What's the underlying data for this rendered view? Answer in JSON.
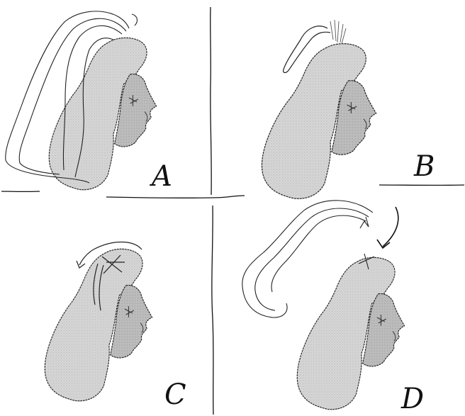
{
  "panels": [
    {
      "id": "A",
      "label": "A"
    },
    {
      "id": "B",
      "label": "B"
    },
    {
      "id": "C",
      "label": "C"
    },
    {
      "id": "D",
      "label": "D"
    }
  ],
  "colors": {
    "background": "#ffffff",
    "ink": "#111111",
    "hair_fill": "#d4d4d4",
    "face_fill": "#bdbdbd",
    "outline": "#222222"
  },
  "icons": {
    "panel_a": "hair-head-icon",
    "panel_b": "hair-head-icon",
    "panel_c": "hair-head-icon",
    "panel_d": "hair-head-icon",
    "arrow": "curved-arrow-icon"
  }
}
